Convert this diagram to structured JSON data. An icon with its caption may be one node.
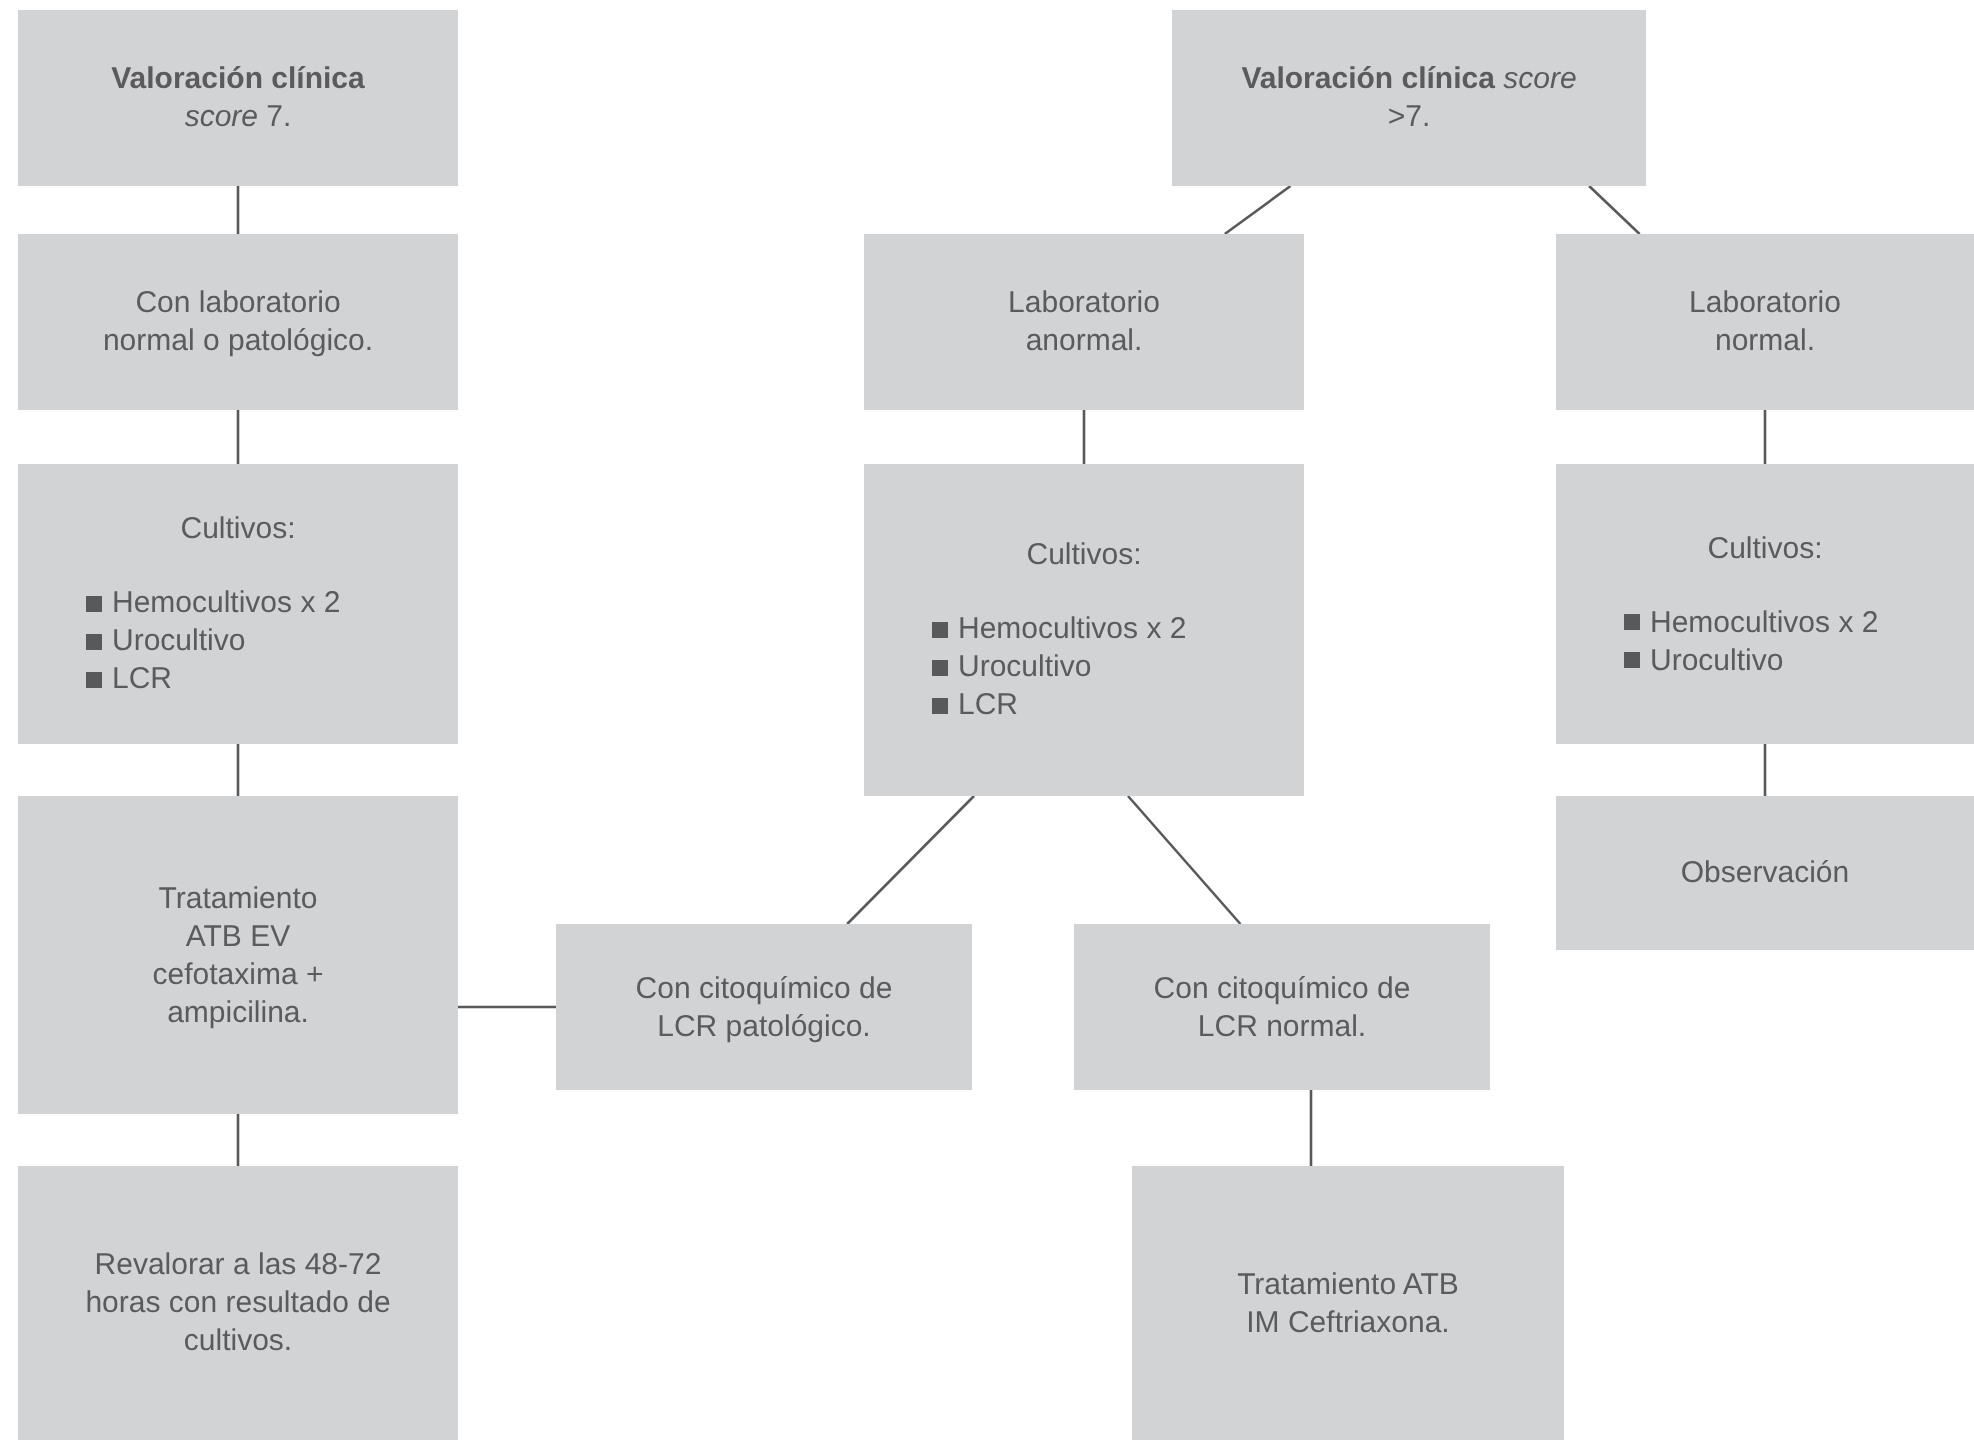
{
  "diagram": {
    "nodes": [
      {
        "text": [
          "**Valoración clínica** *score* 7."
        ]
      },
      {
        "text": [
          "Con laboratorio normal o patológico."
        ]
      },
      {
        "text": [
          "Cultivos:",
          "Hemocultivos x 2",
          "Urocultivo",
          "LCR"
        ]
      },
      {
        "text": [
          "Tratamiento ATB EV cefotaxima + ampicilina."
        ]
      },
      {
        "text": [
          "Revalorar a las 48-72 horas con resultado de cultivos."
        ]
      },
      {
        "text": [
          "**Valoración clínica** *score* >7."
        ]
      },
      {
        "text": [
          "Laboratorio anormal."
        ]
      },
      {
        "text": [
          "Laboratorio normal."
        ]
      },
      {
        "text": [
          "Cultivos:",
          "Hemocultivos x 2",
          "Urocultivo",
          "LCR"
        ]
      },
      {
        "text": [
          "Cultivos:",
          "Hemocultivos x 2",
          "Urocultivo"
        ]
      },
      {
        "text": [
          "Observación"
        ]
      },
      {
        "text": [
          "Con citoquímico de LCR patológico."
        ]
      },
      {
        "text": [
          "Con citoquímico de LCR normal."
        ]
      },
      {
        "text": [
          "Tratamiento ATB IM Ceftriaxona."
        ]
      }
    ],
    "edges": [
      {
        "from": 0,
        "to": 1,
        "arrow": "none"
      },
      {
        "from": 1,
        "to": 2,
        "arrow": "none"
      },
      {
        "from": 2,
        "to": 3,
        "arrow": "none"
      },
      {
        "from": 3,
        "to": 4,
        "arrow": "none"
      },
      {
        "from": 5,
        "to": 6,
        "arrow": "none"
      },
      {
        "from": 5,
        "to": 7,
        "arrow": "none"
      },
      {
        "from": 6,
        "to": 8,
        "arrow": "none"
      },
      {
        "from": 8,
        "to": 11,
        "arrow": "none"
      },
      {
        "from": 8,
        "to": 12,
        "arrow": "none"
      },
      {
        "from": 11,
        "to": 3,
        "arrow": "none"
      },
      {
        "from": 12,
        "to": 13,
        "arrow": "none"
      },
      {
        "from": 7,
        "to": 9,
        "arrow": "none"
      },
      {
        "from": 9,
        "to": 10,
        "arrow": "none"
      }
    ]
  }
}
